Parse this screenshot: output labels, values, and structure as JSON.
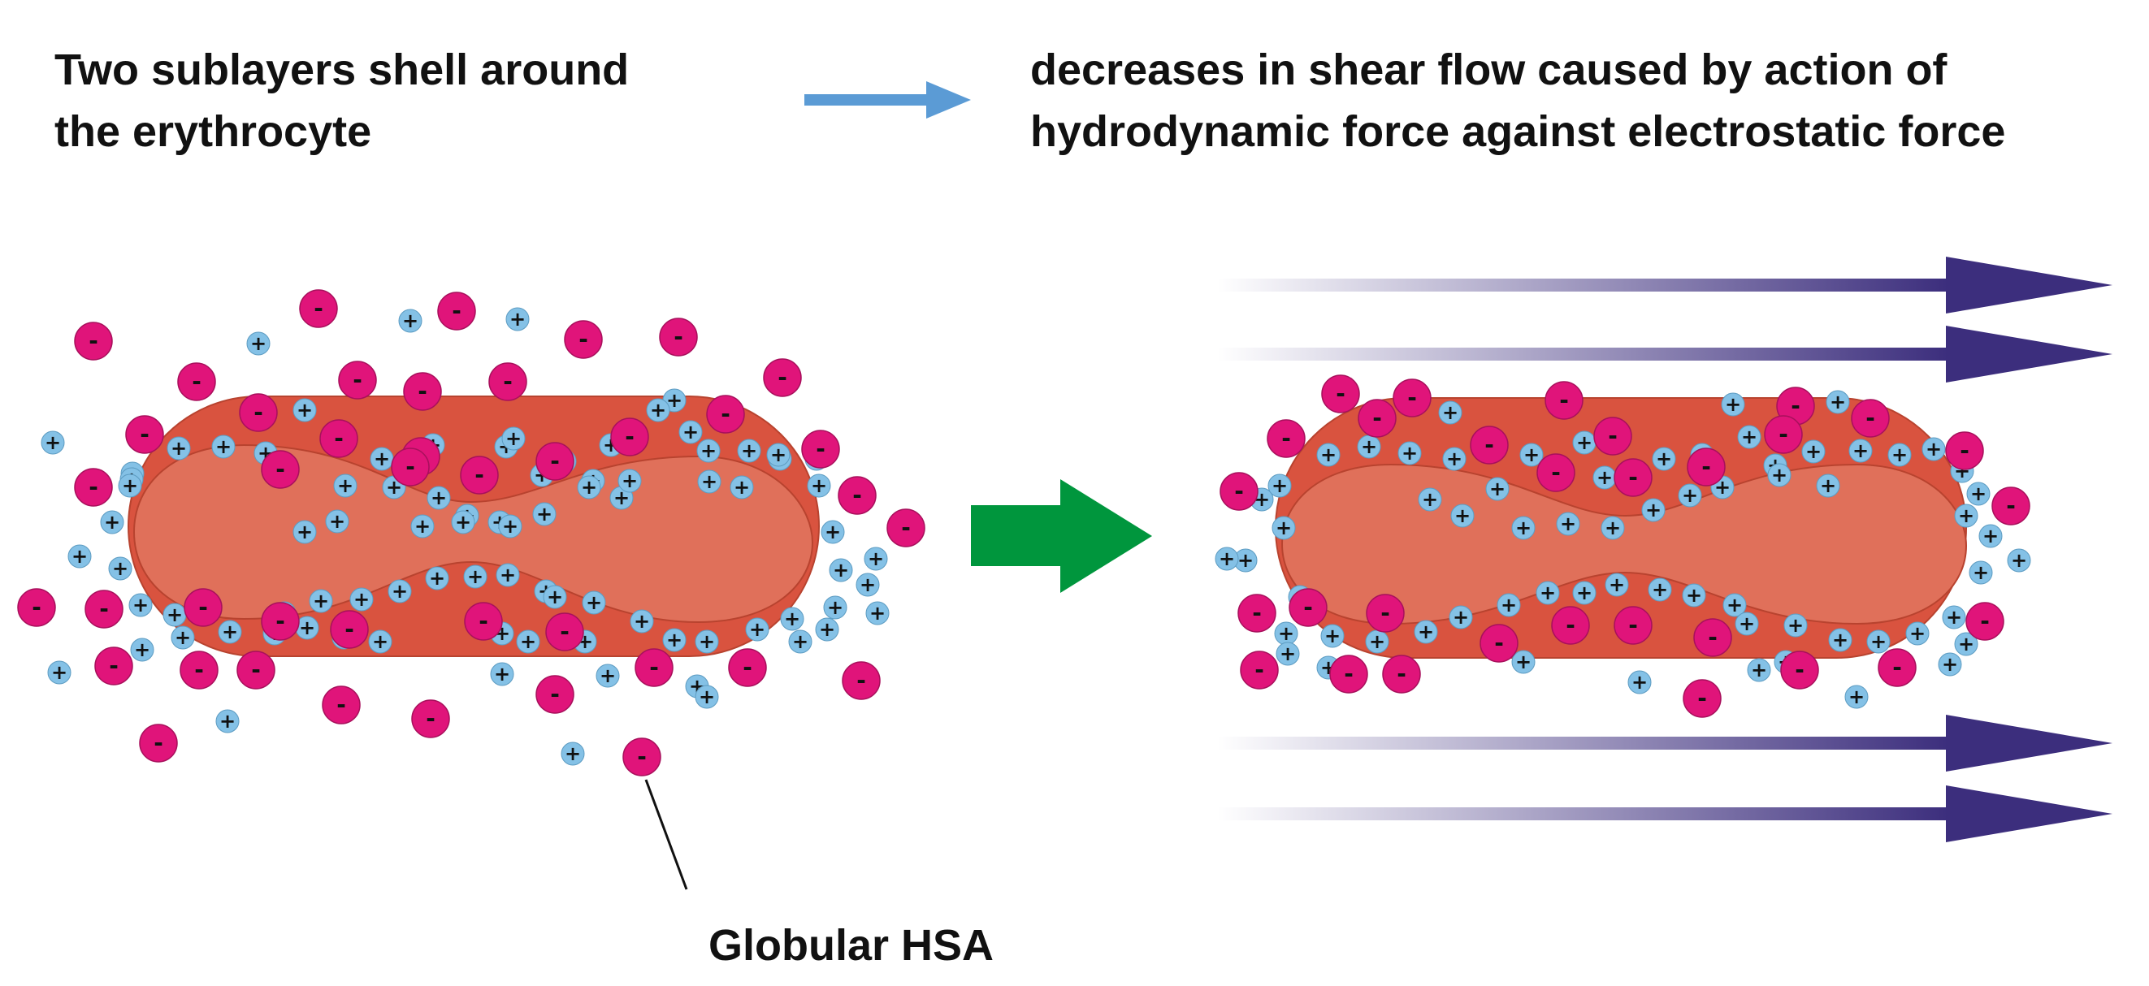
{
  "captions": {
    "left": [
      "Two sublayers shell around",
      "the erythrocyte"
    ],
    "right": [
      "decreases in shear flow caused by action of",
      "hydrodynamic force against electrostatic force"
    ]
  },
  "labels": {
    "globular_hsa": "Globular HSA"
  },
  "symbols": {
    "negative": "-",
    "positive": "+"
  },
  "colors": {
    "cell_outer": "#d9533f",
    "cell_inner": "#e0705a",
    "cell_edge": "#b8432f",
    "negative_ion": "#e0147a",
    "positive_ion": "#84c1e6",
    "ion_text": "#111111",
    "thin_arrow": "#5b9bd5",
    "transition_arrow": "#00963d",
    "flow_arrow": "#3c2e7d"
  }
}
